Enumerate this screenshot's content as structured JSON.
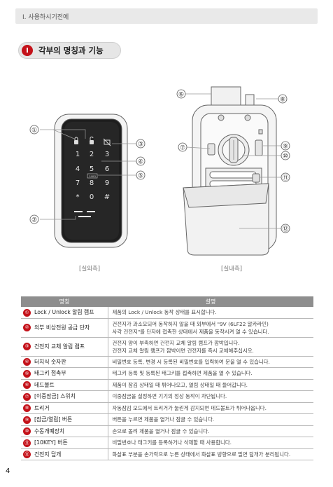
{
  "header": {
    "chapter": "Ⅰ. 사용하시기전에"
  },
  "section": {
    "number": "Ⅰ",
    "title": "각부의 명칭과 기능"
  },
  "keypad": {
    "keys": [
      "1",
      "2",
      "3",
      "4",
      "5",
      "6",
      "7",
      "8",
      "9",
      "*",
      "0",
      "#"
    ],
    "card_label": "CARD"
  },
  "callouts": [
    "①",
    "②",
    "③",
    "④",
    "⑤",
    "⑥",
    "⑦",
    "⑧",
    "⑨",
    "⑩",
    "⑪",
    "⑫"
  ],
  "captions": {
    "outside": "[실외측]",
    "inside": "[실내측]"
  },
  "table": {
    "headers": [
      "명칭",
      "설명"
    ],
    "rows": [
      {
        "num": "①",
        "name": "Lock / Unlock 알림 램프",
        "desc": [
          "제품의 Lock / Unlock 동작 상태를 표시합니다."
        ]
      },
      {
        "num": "②",
        "name": "외부 비상전원 공급 단자",
        "desc": [
          "건전지가 과소모되어 동작하지 않을 때 외부에서 \"9V (6LF22 알카라인)",
          "사각 건전지\"를 단자에 접촉한 상태에서 제품을 동작시켜 열 수 있습니다."
        ]
      },
      {
        "num": "③",
        "name": "건전지 교체 알림 램프",
        "desc": [
          "건전지 양이 부족하면 건전지 교체 알림 램프가 깜박입니다.",
          "건전지 교체 알림 램프가 깜박이면 건전지를 즉시 교체해주십시오."
        ]
      },
      {
        "num": "④",
        "name": "터치식 숫자판",
        "desc": [
          "비밀번호 등록, 변경 시 등록된 비밀번호를 입력하여 문을 열 수 있습니다."
        ]
      },
      {
        "num": "⑤",
        "name": "태그키 접촉부",
        "desc": [
          "태그키 등록 및 등록된 태그키를 접촉하면 제품을 열 수 있습니다."
        ]
      },
      {
        "num": "⑥",
        "name": "데드볼트",
        "desc": [
          "제품이 잠김 상태일 때 튀어나오고, 열림 상태일 때 들어갑니다."
        ]
      },
      {
        "num": "⑦",
        "name": "[이중잠금] 스위치",
        "desc": [
          "이중잠금을 설정하면 기기의 정상 동작이 차단됩니다."
        ]
      },
      {
        "num": "⑧",
        "name": "트리거",
        "desc": [
          "자동잠김 모드에서 트리거가 눌린게 감지되면 데드볼트가 튀어나옵니다."
        ]
      },
      {
        "num": "⑨",
        "name": "[잠금/열림] 버튼",
        "desc": [
          "버튼을 누르면 제품을 열거나 잠글 수 있습니다."
        ]
      },
      {
        "num": "⑩",
        "name": "수동개폐장치",
        "desc": [
          "손으로 돌려 제품을 열거나 잠글 수 있습니다."
        ]
      },
      {
        "num": "⑪",
        "name": "[10KEY] 버튼",
        "desc": [
          "비밀번호나 태그키를 등록하거나 삭제할 때 사용합니다."
        ]
      },
      {
        "num": "⑫",
        "name": "건전지 덮개",
        "desc": [
          "화살표 부분을 손가락으로 누른 상태에서 화살표 방향으로 밀면 덮개가 분리됩니다."
        ]
      }
    ]
  },
  "page_number": "4",
  "colors": {
    "accent": "#c4121a",
    "table_header": "#8e8e8e"
  }
}
